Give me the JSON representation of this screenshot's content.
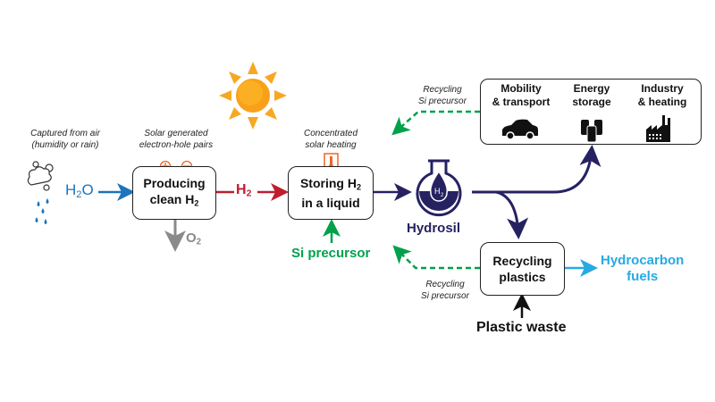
{
  "colors": {
    "water": "#1c75bc",
    "hydrogen": "#be1e2d",
    "oxygen": "#8a8a8a",
    "hydrosil": "#262262",
    "si_precursor": "#00a14b",
    "hydrocarbon": "#27aae1",
    "solar": "#f7941d"
  },
  "captions": {
    "captured": [
      "Captured from air",
      "(humidity or rain)"
    ],
    "solar_generated": [
      "Solar generated",
      "electron-hole pairs"
    ],
    "concentrated": [
      "Concentrated",
      "solar heating"
    ],
    "recycling_top": [
      "Recycling",
      "Si precursor"
    ],
    "recycling_bottom": [
      "Recycling",
      "Si precursor"
    ]
  },
  "labels": {
    "h2o": "H",
    "h2o_sub": "2",
    "h2o_tail": "O",
    "h2": "H",
    "h2_sub": "2",
    "o2": "O",
    "o2_sub": "2",
    "hydrosil": "Hydrosil",
    "si_precursor": "Si precursor",
    "plastic_waste": "Plastic waste",
    "hydrocarbon": [
      "Hydrocarbon",
      "fuels"
    ]
  },
  "boxes": {
    "producing": {
      "line1": "Producing",
      "line2": "clean H",
      "sub": "2"
    },
    "storing": {
      "line1": "Storing H",
      "sub": "2",
      "line2": "in a liquid"
    },
    "recycling": {
      "line1": "Recycling",
      "line2": "plastics"
    }
  },
  "sectors": [
    {
      "line1": "Mobility",
      "line2": "& transport",
      "icon": "car-icon"
    },
    {
      "line1": "Energy",
      "line2": "storage",
      "icon": "barrels-icon"
    },
    {
      "line1": "Industry",
      "line2": "& heating",
      "icon": "factory-icon"
    }
  ],
  "flask_label": "H",
  "flask_label_sub": "2"
}
